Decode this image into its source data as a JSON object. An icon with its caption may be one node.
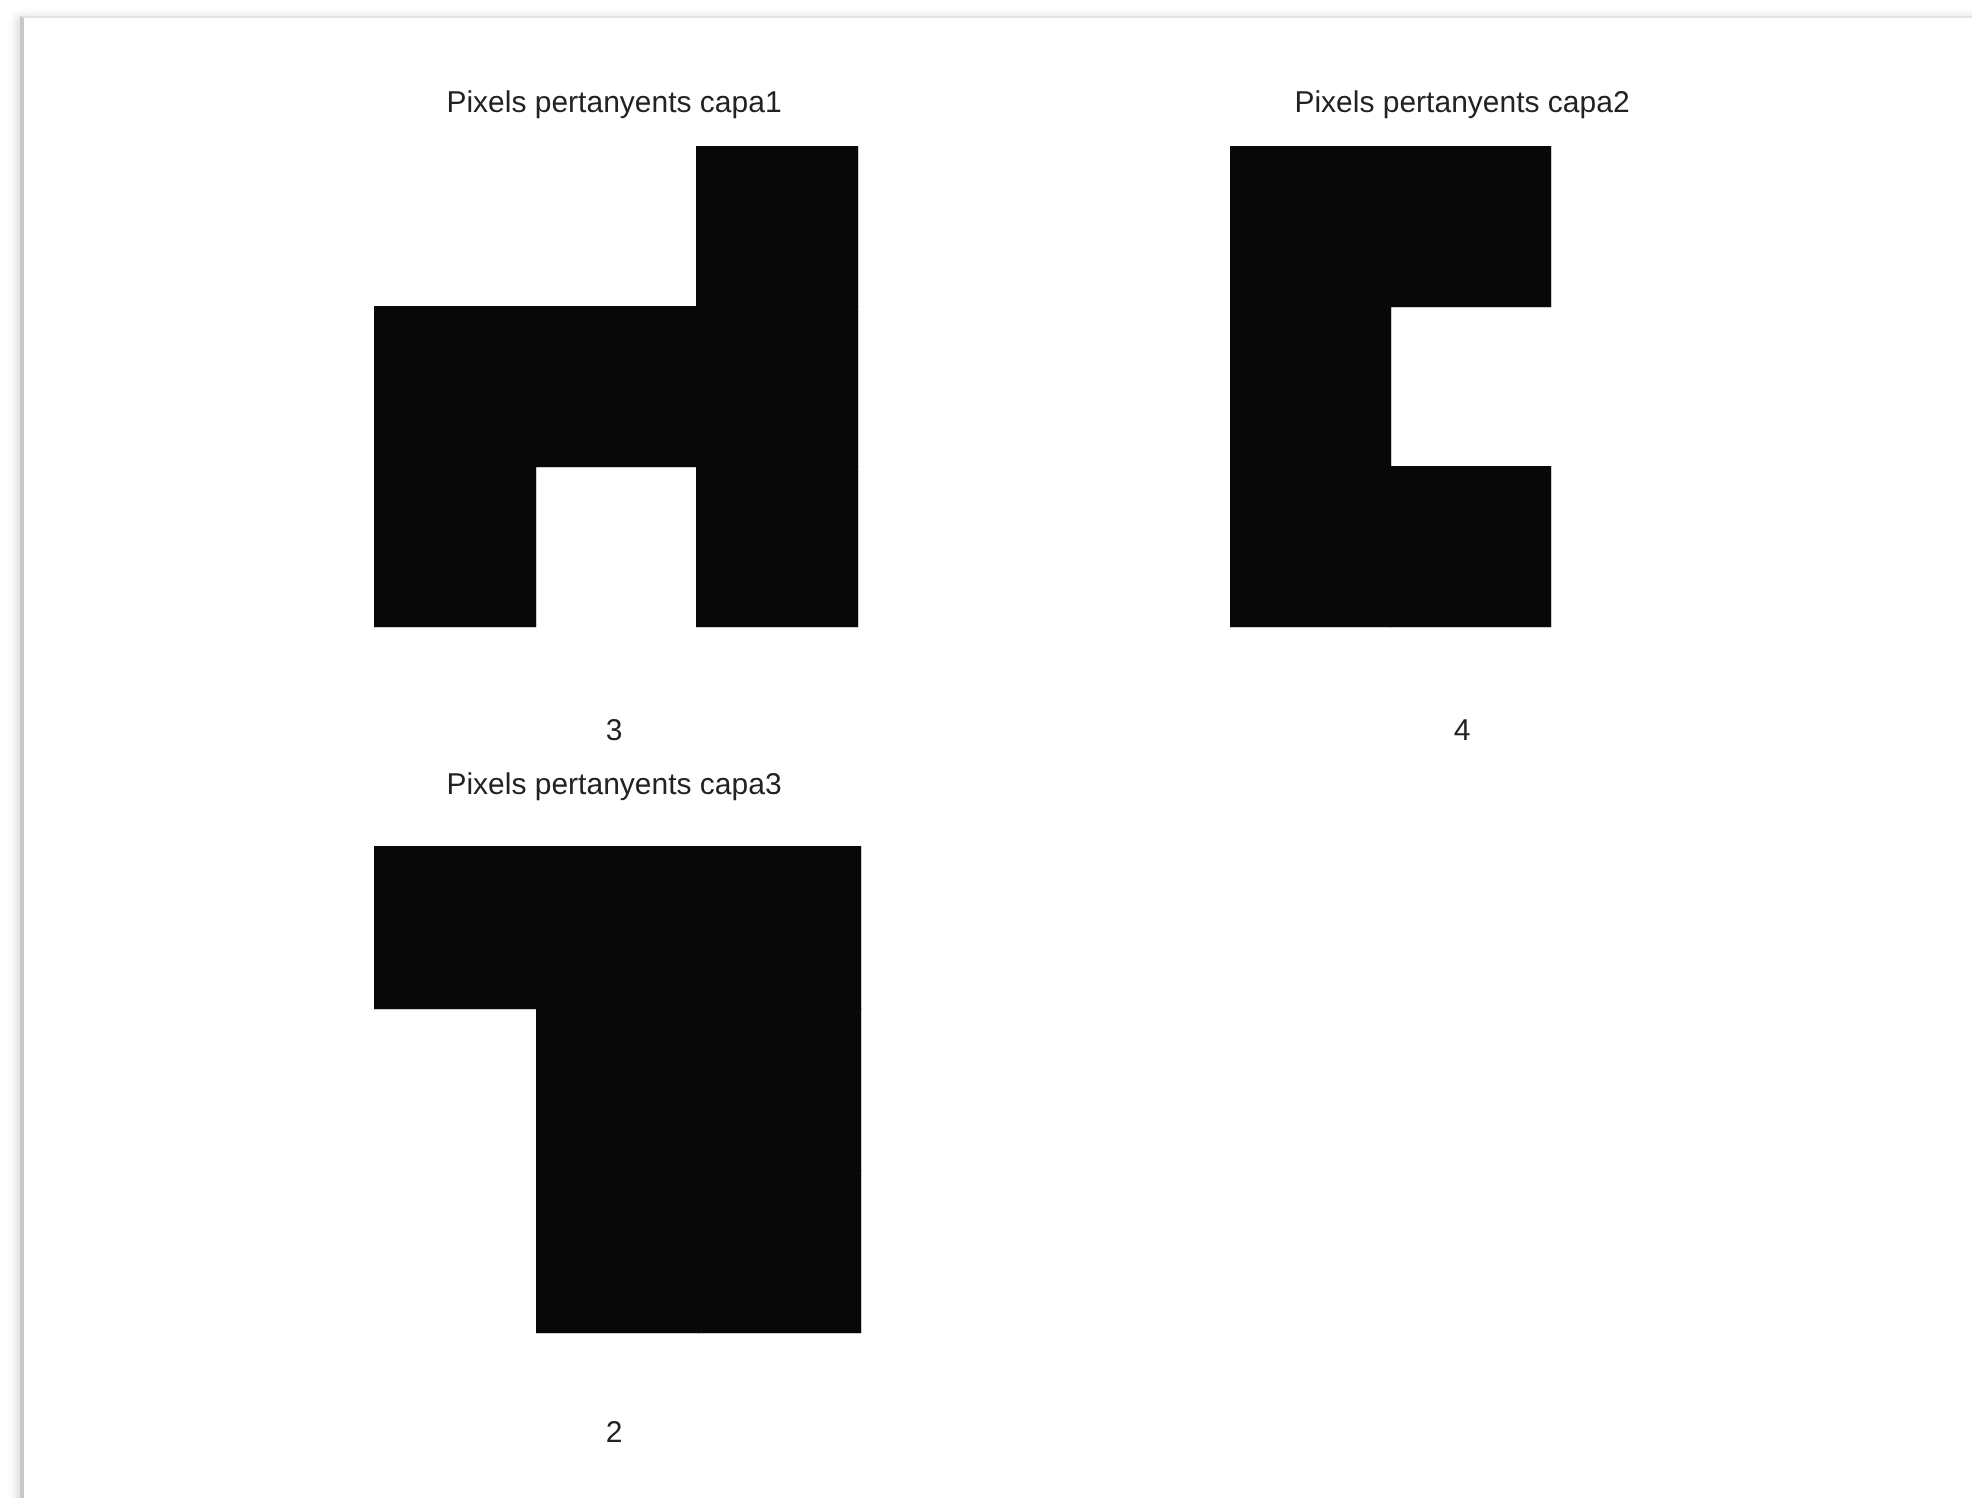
{
  "diagram": {
    "labels": [
      "Pixels pertanyents capa1",
      "Pixels pertanyents capa2",
      "3",
      "4",
      "Pixels pertanyents capa3",
      "2"
    ]
  }
}
